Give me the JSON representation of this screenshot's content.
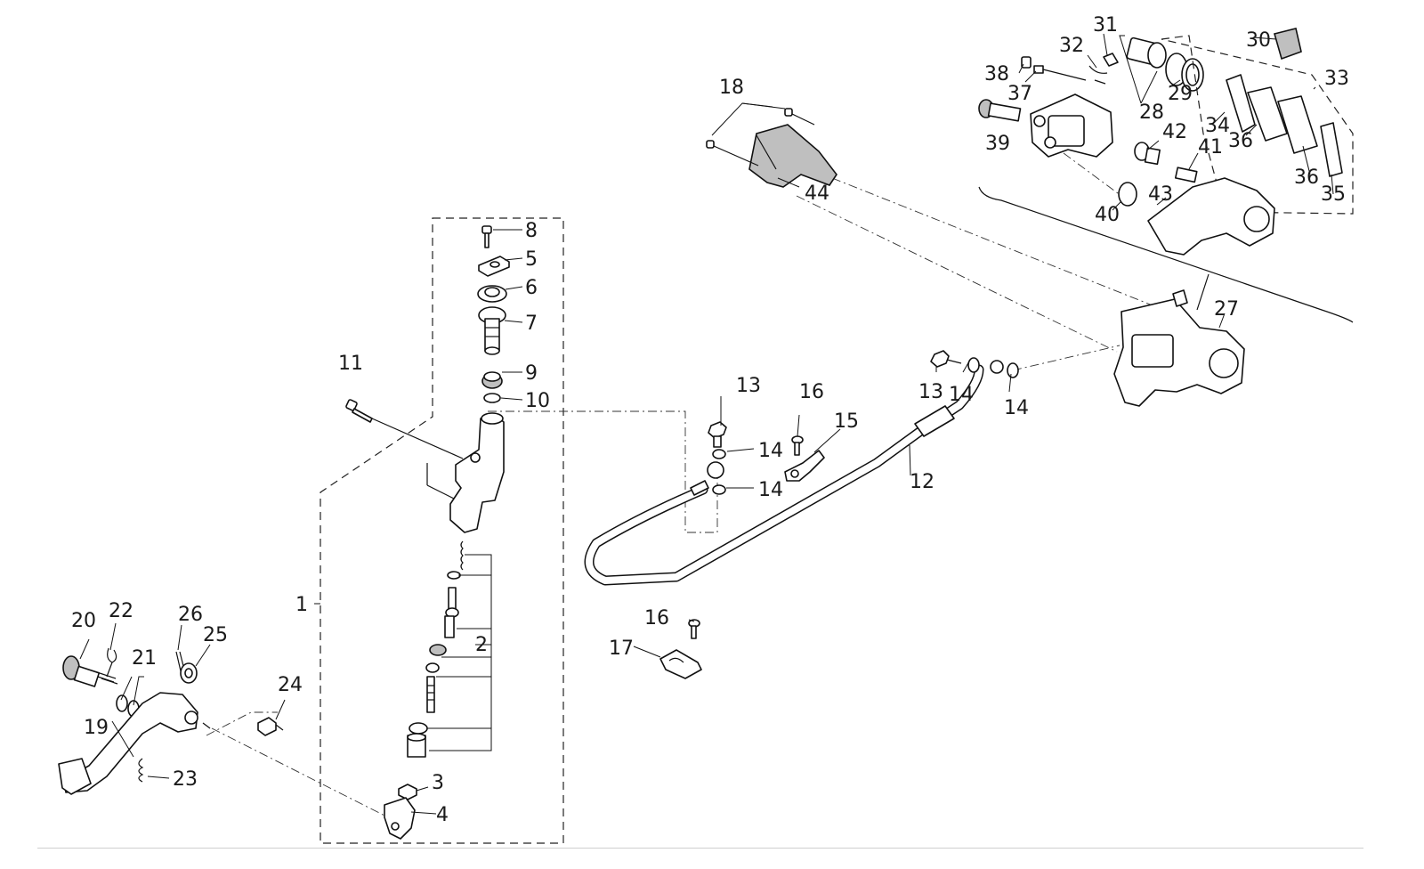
{
  "callouts": {
    "p1": "1",
    "p2": "2",
    "p3": "3",
    "p4": "4",
    "p5": "5",
    "p6": "6",
    "p7": "7",
    "p8": "8",
    "p9": "9",
    "p10": "10",
    "p11": "11",
    "p12": "12",
    "p13": "13",
    "p14": "14",
    "p15": "15",
    "p16": "16",
    "p17": "17",
    "p18": "18",
    "p19": "19",
    "p20": "20",
    "p21": "21",
    "p22": "22",
    "p23": "23",
    "p24": "24",
    "p25": "25",
    "p26": "26",
    "p27": "27",
    "p28": "28",
    "p29": "29",
    "p30": "30",
    "p31": "31",
    "p32": "32",
    "p33": "33",
    "p34": "34",
    "p35": "35",
    "p36": "36",
    "p37": "37",
    "p38": "38",
    "p39": "39",
    "p40": "40",
    "p41": "41",
    "p42": "42",
    "p43": "43",
    "p44": "44"
  }
}
